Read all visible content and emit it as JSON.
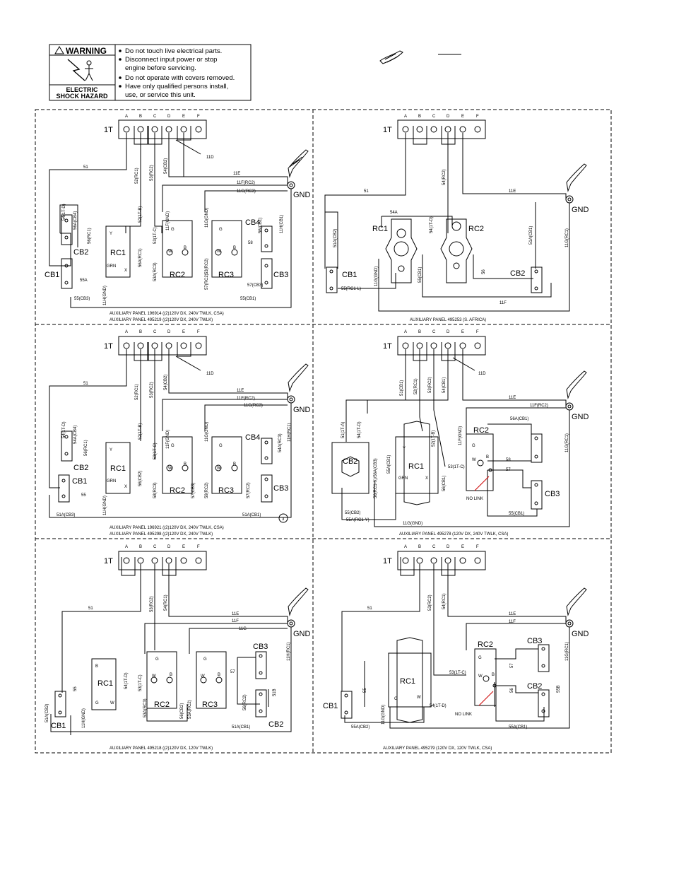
{
  "warning": {
    "title": "WARNING",
    "hazard": [
      "ELECTRIC",
      "SHOCK HAZARD"
    ],
    "items": [
      "Do not touch live electrical parts.",
      "Disconnect input power or stop",
      "engine before servicing.",
      "Do not operate with covers removed.",
      "Have only qualified persons install,",
      "use, or service this unit."
    ]
  },
  "terminal_letters": [
    "A",
    "B",
    "C",
    "D",
    "E",
    "F"
  ],
  "common": {
    "terminal": "1T",
    "gnd": "GND"
  },
  "panels": [
    {
      "captions": [
        "AUXILIARY PANEL 196914 ((2)120V DX, 240V TWLK, CSA)",
        "AUXILIARY PANEL 495219 ((2)120V DX, 240V TWLK)"
      ],
      "components": [
        "RC1",
        "RC2",
        "RC3",
        "CB1",
        "CB2",
        "CB3",
        "CB4"
      ],
      "wires": [
        "51",
        "52(RC1)",
        "53(RC2)",
        "54(CB2)",
        "11D",
        "11E",
        "11F(RC2)",
        "11G(RC3)",
        "54(1T-D)",
        "56A(CB4)",
        "56(RC1)",
        "52(1T-B)",
        "53(1T-C)",
        "11F(GND)",
        "11G(GND)",
        "58",
        "56(CB1)",
        "11H(CB1)",
        "56A(RC1)",
        "53A(RC3)",
        "53(RC2)",
        "57(RC2)",
        "55A",
        "55(CB3)",
        "55(CB1)",
        "11H(GND)",
        "57(CB3)",
        "Y",
        "X",
        "GRN",
        "G",
        "W",
        "B"
      ]
    },
    {
      "captions": [
        "AUXILIARY PANEL 495253 (S. AFRICA)"
      ],
      "components": [
        "RC1",
        "RC2",
        "CB1",
        "CB2"
      ],
      "wires": [
        "51",
        "54(RC2)",
        "11E",
        "51A(CB2)",
        "54A",
        "54(1T-D)",
        "51A(CB1)",
        "11G(RC1)",
        "11G(GND)",
        "55(CB1)",
        "56",
        "55(RC1-L)",
        "11F"
      ]
    },
    {
      "captions": [
        "AUXILIARY PANEL 196921 ((2)120V DX, 240V TWLK, CSA)",
        "AUXILIARY PANEL 495298 ((2)120V DX, 240V TWLK)"
      ],
      "components": [
        "RC1",
        "RC2",
        "RC3",
        "CB1",
        "CB2",
        "CB3",
        "CB4"
      ],
      "wires": [
        "51",
        "52(RC1)",
        "53(RC2)",
        "54(CB2)",
        "11D",
        "11E",
        "11F(RC2)",
        "11G(RC3)",
        "54(1T-D)",
        "54A(CB4)",
        "56(RC1)",
        "52(1T-B)",
        "53(1T-C)",
        "11F(GND)",
        "11G(GND)",
        "54A(RC3)",
        "11H(RC1)",
        "56(CB2)",
        "58(RC3)",
        "57(CB3)",
        "59(RC2)",
        "57(RC2)",
        "55",
        "51A(CB3)",
        "11H(GND)",
        "51A(CB1)",
        "3",
        "Y",
        "X",
        "GRN",
        "G",
        "W",
        "B"
      ]
    },
    {
      "captions": [
        "AUXILIARY PANEL 495278 (120V DX, 240V TWLK, CSA)"
      ],
      "components": [
        "RC1",
        "RC2",
        "CB1",
        "CB2",
        "CB3"
      ],
      "wires": [
        "51(CB1)",
        "52(RC1)",
        "53(RC2)",
        "54(CB1)",
        "11D",
        "11E",
        "11F(RC2)",
        "51(1T-A)",
        "54(1T-D)",
        "56(RC1-X)/56A(CB3)",
        "52(1T-B)",
        "11F(GND)",
        "56A(CB1)",
        "55A(CB1)",
        "56(CB1)",
        "53(1T-C)",
        "58",
        "57",
        "NO LINK",
        "55(CB1)",
        "55(CB2)",
        "55A(RC1-Y)",
        "11G(GND)",
        "11G(RC1)",
        "Y",
        "X",
        "GRN",
        "G",
        "W",
        "B"
      ]
    },
    {
      "captions": [
        "AUXILIARY PANEL 495218 ((2)120V DX, 120V TWLK)"
      ],
      "components": [
        "RC1",
        "RC2",
        "RC3",
        "CB1",
        "CB2",
        "CB3"
      ],
      "wires": [
        "51",
        "53(RC2)",
        "54(RC1)",
        "11E",
        "11F",
        "11G",
        "53(1T-C)",
        "54(1T-D)",
        "11H(RC1)",
        "57",
        "55",
        "51A(CB2)",
        "11H(GND)",
        "53A(RC3)",
        "56(CB2)",
        "53A(RC2)",
        "56(RC2)",
        "51B",
        "51A(CB1)",
        "B",
        "G",
        "W"
      ]
    },
    {
      "captions": [
        "AUXILIARY PANEL 495279 (120V DX, 120V TWLK, CSA)"
      ],
      "components": [
        "RC1",
        "RC2",
        "CB1",
        "CB2",
        "CB3"
      ],
      "wires": [
        "51",
        "53(RC2)",
        "54(RC1)",
        "11E",
        "11F",
        "53(1T-C)",
        "57",
        "56",
        "55B",
        "11G(RC1)",
        "55",
        "11G(GND)",
        "54(1T-D)",
        "55A(CB2)",
        "55A(CB1)",
        "NO LINK",
        "G",
        "W",
        "B"
      ]
    }
  ]
}
